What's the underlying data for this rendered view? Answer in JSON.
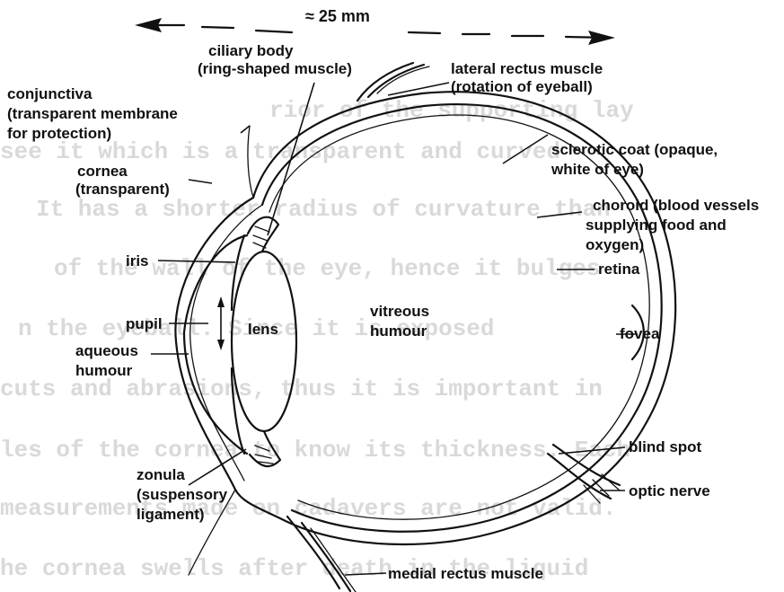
{
  "scale_label": "≈ 25 mm",
  "background_text": [
    "rior of the supporting  lay",
    "see it  which is a transparent  and curved",
    "It  has a shorter radius of curvature  than",
    "of the wall of the eye, hence it  bulges",
    "n the eyeball.  Since it is  exposed",
    "cuts and abrasions, thus it is important in",
    "les of the cornea to know its thickness.  Each",
    "measurements made on cadavers are not valid.",
    "he cornea swells after death in the liquid"
  ],
  "labels": {
    "ciliary_body": [
      "ciliary body",
      "(ring-shaped muscle)"
    ],
    "lateral_rectus": [
      "lateral rectus muscle",
      "(rotation of eyeball)"
    ],
    "conjunctiva": [
      "conjunctiva",
      "(transparent membrane",
      "for protection)"
    ],
    "cornea": [
      "cornea",
      "(transparent)"
    ],
    "sclerotic": [
      "sclerotic coat (opaque,",
      "white of eye)"
    ],
    "choroid": [
      "choroid (blood vessels",
      "supplying food and",
      "oxygen)"
    ],
    "retina": "retina",
    "iris": "iris",
    "pupil": "pupil",
    "lens": "lens",
    "vitreous": [
      "vitreous",
      "humour"
    ],
    "aqueous": [
      "aqueous",
      "humour"
    ],
    "fovea": "fovea",
    "blind_spot": "blind spot",
    "zonula": [
      "zonula",
      "(suspensory",
      "ligament)"
    ],
    "optic_nerve": "optic nerve",
    "medial_rectus": "medial rectus muscle"
  }
}
